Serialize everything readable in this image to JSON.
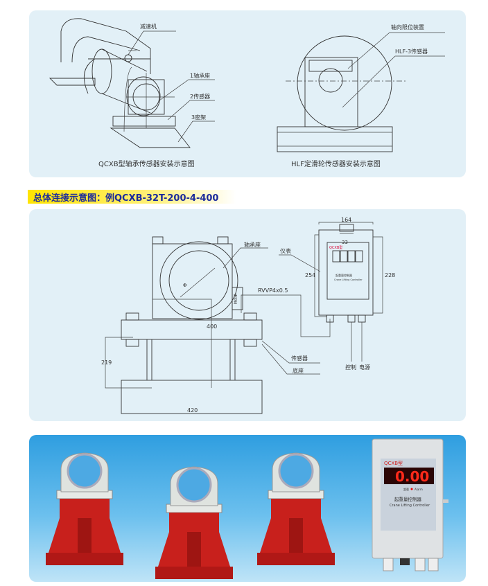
{
  "panel1": {
    "left_diagram": {
      "labels": {
        "reducer": "减速机",
        "bearing_seat": "1轴承座",
        "sensor": "2传感器",
        "frame": "3座架"
      },
      "caption": "QCXB型轴承传感器安装示意图"
    },
    "right_diagram": {
      "labels": {
        "axial_limit": "轴向限位装置",
        "sensor": "HLF-3传感器"
      },
      "caption": "HLF定滑轮传感器安装示意图"
    }
  },
  "heading": "总体连接示意图：例QCXB-32T-200-4-400",
  "panel2": {
    "labels": {
      "bearing_seat": "轴承座",
      "instrument": "仪表",
      "cable": "RVVP4x0.5",
      "junction_box": "接线盒",
      "sensor": "传感器",
      "base": "底座",
      "control": "控制",
      "power": "电源",
      "diameter": "Φ"
    },
    "dimensions": {
      "width_164": "164",
      "width_33": "33",
      "height_254": "254",
      "height_228": "228",
      "width_400": "400",
      "height_219": "219",
      "width_420": "420"
    },
    "controller": {
      "model": "QCXB型",
      "name_cn": "起重量控制器",
      "name_en": "Crane Lifting Controller"
    }
  },
  "panel3": {
    "controller": {
      "model": "QCXB型",
      "display": "0.00",
      "alarm_cn": "超载",
      "alarm_en": "Alarm",
      "name_cn": "起重量控制器",
      "name_en": "Crane Lifting Controller"
    },
    "colors": {
      "base_red": "#c8201c",
      "housing_grey": "#d9dcd8"
    }
  }
}
